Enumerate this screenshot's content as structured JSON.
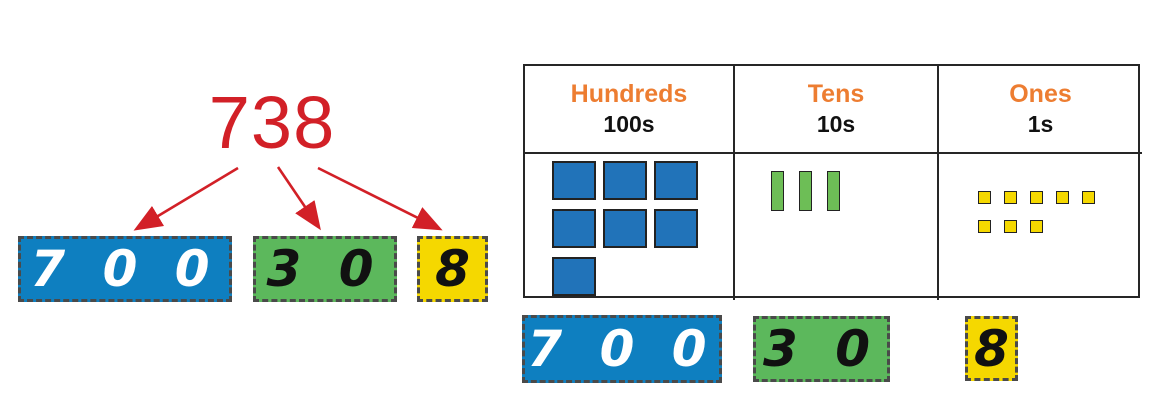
{
  "number": "738",
  "colors": {
    "red": "#d22027",
    "orange": "#ed7d31",
    "blue_box": "#0e7fc0",
    "green_box": "#5cb85c",
    "yellow_box": "#f5d800",
    "blue_block": "#2173b9",
    "green_block": "#6dbe56",
    "yellow_block": "#f5d800"
  },
  "decomposition": {
    "hundreds": {
      "value": 700,
      "display": "7 0 0"
    },
    "tens": {
      "value": 30,
      "display": "3 0"
    },
    "ones": {
      "value": 8,
      "display": "8"
    }
  },
  "table": {
    "columns": [
      {
        "id": "hundreds",
        "title": "Hundreds",
        "subtitle": "100s",
        "block_count": 7
      },
      {
        "id": "tens",
        "title": "Tens",
        "subtitle": "10s",
        "block_count": 3
      },
      {
        "id": "ones",
        "title": "Ones",
        "subtitle": "1s",
        "block_count": 8
      }
    ]
  }
}
